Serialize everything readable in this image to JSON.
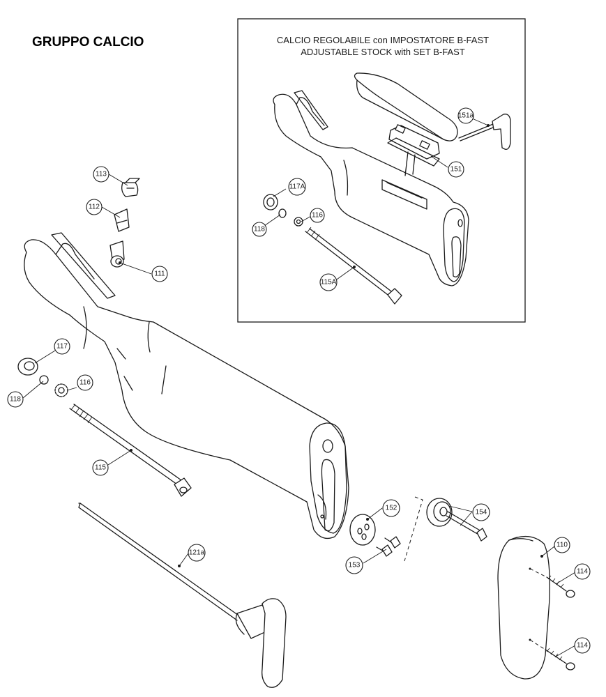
{
  "title": "GRUPPO CALCIO",
  "inset": {
    "title_line1": "CALCIO REGOLABILE con IMPOSTATORE B-FAST",
    "title_line2": "ADJUSTABLE STOCK with SET B-FAST"
  },
  "callouts": {
    "c113": "113",
    "c112": "112",
    "c111": "111",
    "c117": "117",
    "c118": "118",
    "c116": "116",
    "c115": "115",
    "c121a": "121a",
    "c152": "152",
    "c153": "153",
    "c154": "154",
    "c110": "110",
    "c114a": "114",
    "c114b": "114",
    "i151a": "151a",
    "i151": "151",
    "i117A": "117A",
    "i116": "116",
    "i118": "118",
    "i115A": "115A"
  }
}
